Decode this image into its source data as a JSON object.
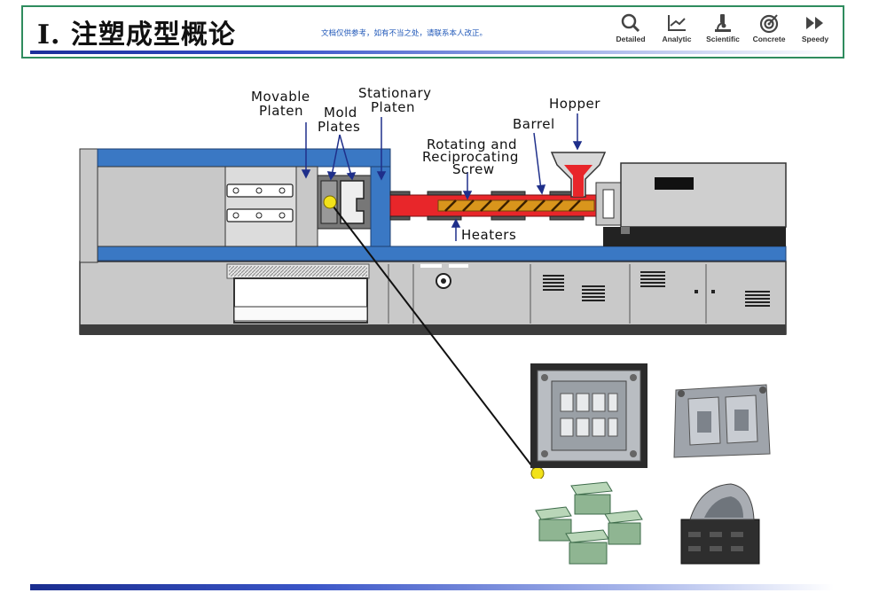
{
  "header": {
    "title": "Ⅰ. 注塑成型概论",
    "subtitle": "文档仅供参考，如有不当之处，请联系本人改正。",
    "nav": [
      {
        "label": "Detailed",
        "icon": "magnifier-icon"
      },
      {
        "label": "Analytic",
        "icon": "line-chart-icon"
      },
      {
        "label": "Scientific",
        "icon": "microscope-icon"
      },
      {
        "label": "Concrete",
        "icon": "target-icon"
      },
      {
        "label": "Speedy",
        "icon": "fast-forward-icon"
      }
    ]
  },
  "labels": {
    "movable_1": "Movable",
    "movable_2": "Platen",
    "mold_1": "Mold",
    "mold_2": "Plates",
    "stationary_1": "Stationary",
    "stationary_2": "Platen",
    "hopper": "Hopper",
    "barrel": "Barrel",
    "screw_1": "Rotating and",
    "screw_2": "Reciprocating",
    "screw_3": "Screw",
    "heaters": "Heaters"
  },
  "colors": {
    "machine_blue": "#3a78c4",
    "machine_gray": "#c8c8c8",
    "melt_red": "#e8262a",
    "accent_green": "#2f8c5e",
    "marker_yellow": "#f2e21a"
  }
}
